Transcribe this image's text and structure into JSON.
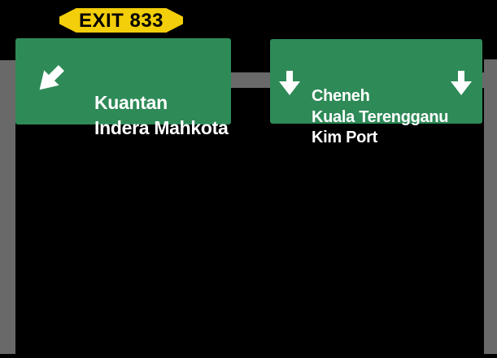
{
  "exit_badge": {
    "label": "EXIT 833"
  },
  "signs": {
    "left": {
      "lines": [
        "Kuantan",
        "Indera Mahkota"
      ],
      "arrow_icon": "arrow-down-left"
    },
    "right": {
      "lines": [
        "Cheneh",
        "Kuala Terengganu",
        "Kim Port"
      ],
      "arrow_icons": [
        "arrow-down",
        "arrow-down"
      ]
    }
  },
  "colors": {
    "background": "#000000",
    "sign_green": "#2E8A57",
    "sign_text": "#FFFFFF",
    "structure_gray": "#696969",
    "badge_yellow": "#F3CE0A",
    "badge_border": "#000000",
    "badge_text": "#000000"
  }
}
